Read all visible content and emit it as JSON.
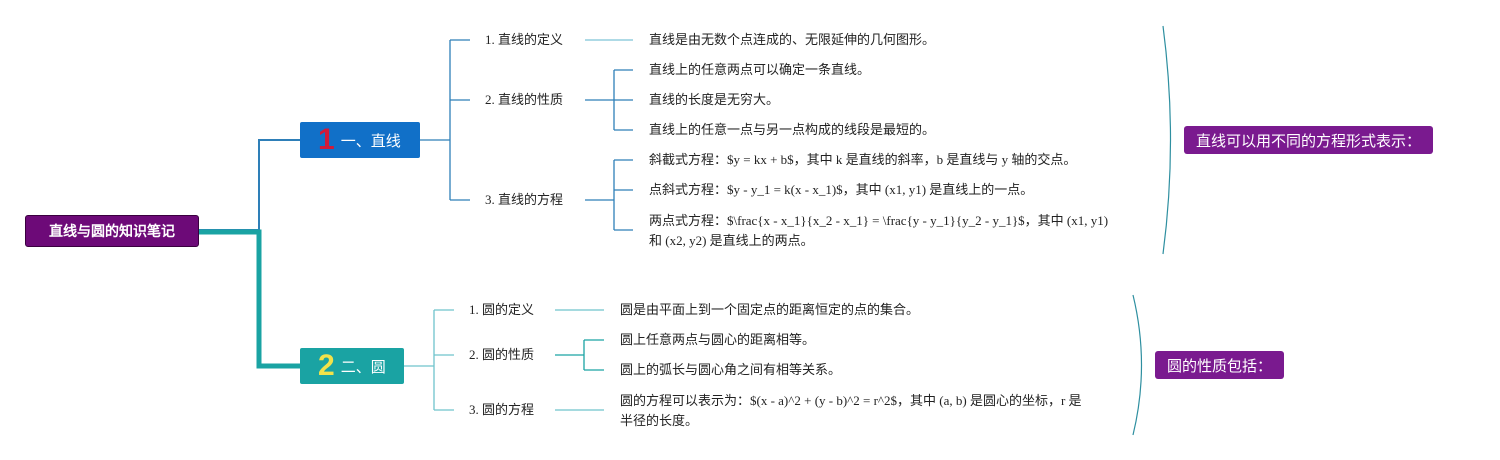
{
  "colors": {
    "root": "#6d0a78",
    "branch1": "#1170c8",
    "branch2": "#1aa3a3",
    "branch1_num": "#d11a3a",
    "branch2_num": "#f2e24a",
    "summary": "#7a1a8f",
    "line1": "#2e7fb8",
    "line2": "#1aa3a3"
  },
  "root": {
    "label": "直线与圆的知识笔记"
  },
  "branches": [
    {
      "number": "1",
      "label": "一、直线",
      "summary": "直线可以用不同的方程形式表示：",
      "subs": [
        {
          "label": "1. 直线的定义",
          "leaves": [
            "直线是由无数个点连成的、无限延伸的几何图形。"
          ]
        },
        {
          "label": "2. 直线的性质",
          "leaves": [
            "直线上的任意两点可以确定一条直线。",
            "直线的长度是无穷大。",
            "直线上的任意一点与另一点构成的线段是最短的。"
          ]
        },
        {
          "label": "3. 直线的方程",
          "leaves": [
            "斜截式方程：$y = kx + b$，其中 k 是直线的斜率，b 是直线与 y 轴的交点。",
            "点斜式方程：$y - y_1 = k(x - x_1)$，其中 (x1, y1) 是直线上的一点。",
            "两点式方程：$\\frac{x - x_1}{x_2 - x_1} = \\frac{y - y_1}{y_2 - y_1}$，其中 (x1, y1)",
            "和 (x2, y2) 是直线上的两点。"
          ]
        }
      ]
    },
    {
      "number": "2",
      "label": "二、圆",
      "summary": "圆的性质包括：",
      "subs": [
        {
          "label": "1. 圆的定义",
          "leaves": [
            "圆是由平面上到一个固定点的距离恒定的点的集合。"
          ]
        },
        {
          "label": "2. 圆的性质",
          "leaves": [
            "圆上任意两点与圆心的距离相等。",
            "圆上的弧长与圆心角之间有相等关系。"
          ]
        },
        {
          "label": "3. 圆的方程",
          "leaves": [
            "圆的方程可以表示为：$(x - a)^2 + (y - b)^2 = r^2$，其中 (a, b) 是圆心的坐标，r 是",
            "半径的长度。"
          ]
        }
      ]
    }
  ]
}
